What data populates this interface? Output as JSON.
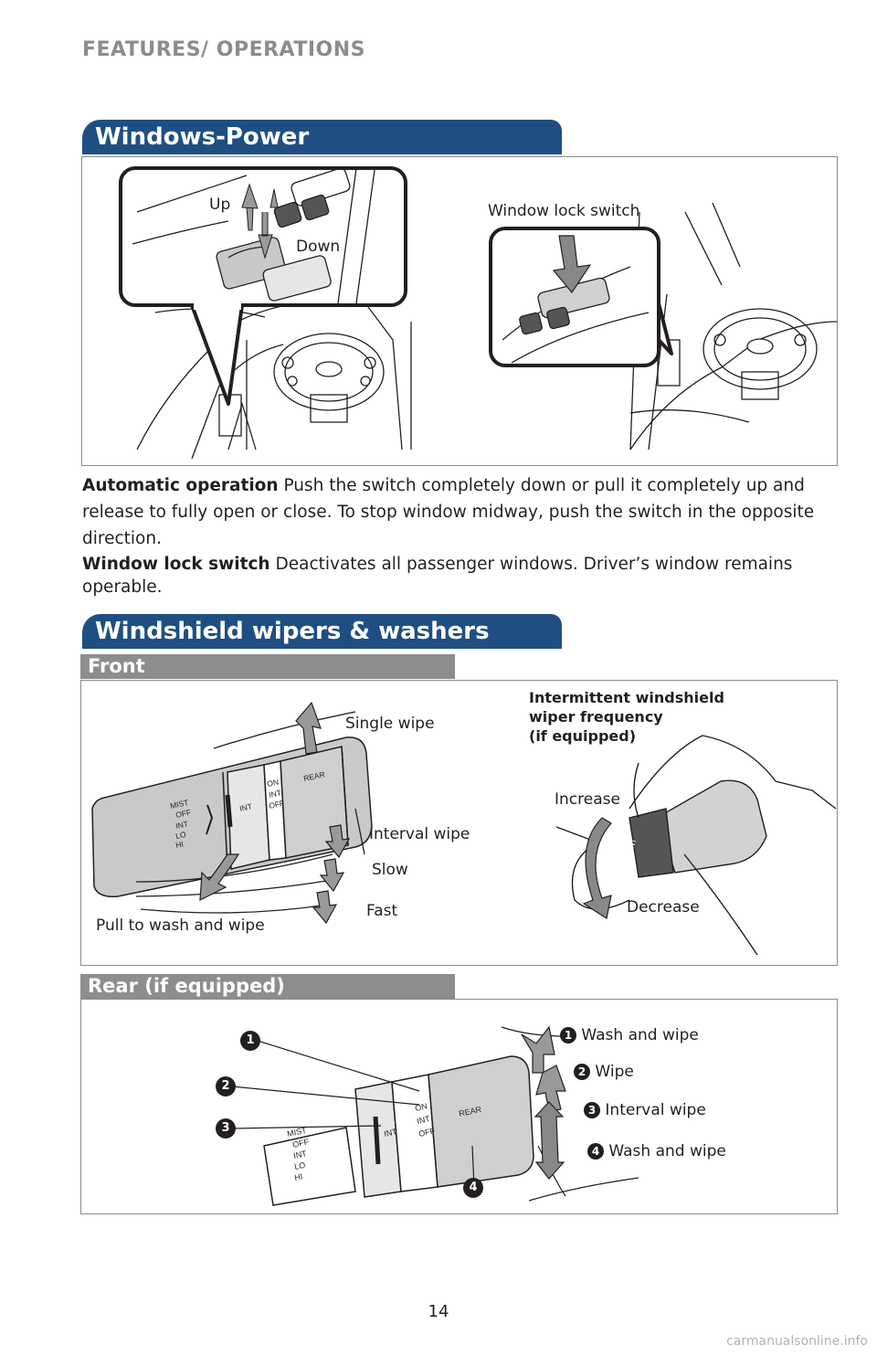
{
  "header": {
    "section": "FEATURES/ OPERATIONS"
  },
  "windows": {
    "title": "Windows-Power",
    "labels": {
      "up": "Up",
      "down": "Down",
      "lock_switch": "Window lock switch"
    },
    "auto_term": "Automatic operation",
    "auto_text": " Push the switch completely down or pull it completely up and release to fully open or close. To stop window midway, push the switch in the opposite direction.",
    "lock_term": "Window lock switch",
    "lock_text": " Deactivates all passenger windows. Driver’s window remains operable."
  },
  "wipers": {
    "title": "Windshield wipers & washers",
    "front": {
      "title": "Front",
      "labels": {
        "single": "Single wipe",
        "interval": "Interval wipe",
        "slow": "Slow",
        "fast": "Fast",
        "pull": "Pull to wash and wipe",
        "intermittent": "Intermittent windshield\nwiper frequency\n(if equipped)",
        "increase": "Increase",
        "decrease": "Decrease"
      },
      "stalk_text": {
        "mist": "MIST",
        "off": "OFF",
        "int": "INT",
        "lo": "LO",
        "hi": "HI",
        "int2": "INT",
        "on": "ON",
        "int3": "INT",
        "off2": "OFF",
        "rear": "REAR"
      }
    },
    "rear": {
      "title": "Rear (if equipped)",
      "items": [
        {
          "num": "1",
          "label": "Wash and wipe"
        },
        {
          "num": "2",
          "label": "Wipe"
        },
        {
          "num": "3",
          "label": "Interval wipe"
        },
        {
          "num": "4",
          "label": "Wash and wipe"
        }
      ]
    }
  },
  "footer": {
    "page": "14",
    "watermark": "carmanualsonline.info"
  }
}
